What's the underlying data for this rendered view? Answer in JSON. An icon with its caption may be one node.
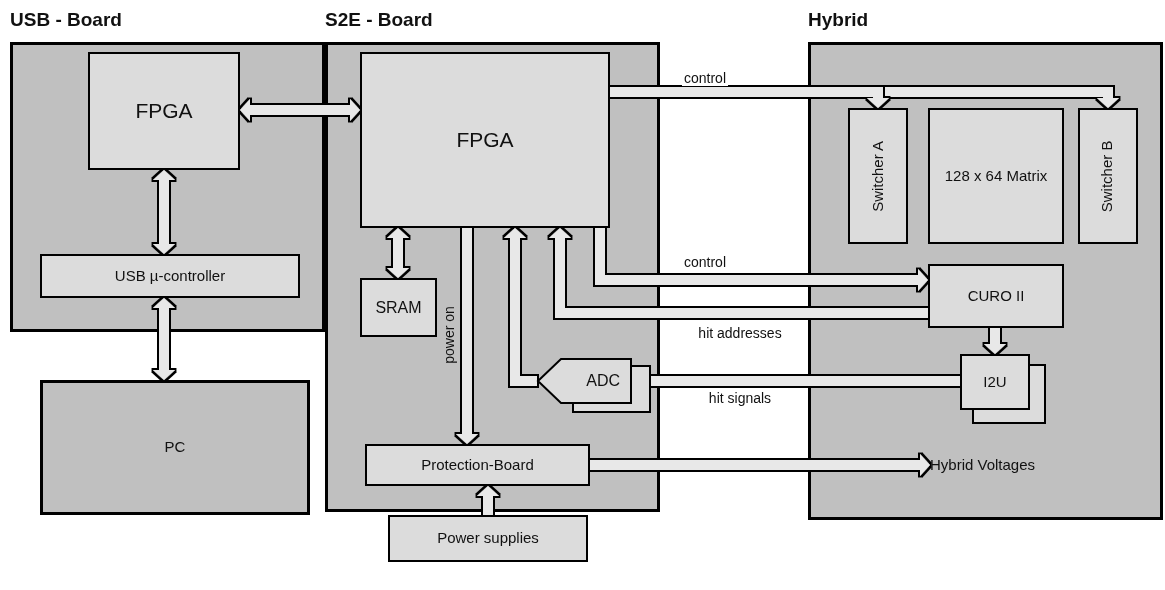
{
  "diagram": {
    "nodes": [
      {
        "text": [
          "USB - Board"
        ]
      },
      {
        "text": [
          "FPGA"
        ],
        "in": 0
      },
      {
        "text": [
          "USB µ-controller"
        ],
        "in": 0
      },
      {
        "text": [
          "S2E - Board"
        ]
      },
      {
        "text": [
          "FPGA"
        ],
        "in": 3
      },
      {
        "text": [
          "SRAM"
        ],
        "in": 3
      },
      {
        "text": [
          "ADC"
        ],
        "in": 3
      },
      {
        "text": [
          "Protection-Board"
        ],
        "in": 3
      },
      {
        "text": [
          "Hybrid"
        ]
      },
      {
        "text": [
          "Switcher A"
        ],
        "in": 8
      },
      {
        "text": [
          "128 x 64 Matrix"
        ],
        "in": 8
      },
      {
        "text": [
          "Switcher B"
        ],
        "in": 8
      },
      {
        "text": [
          "CURO II"
        ],
        "in": 8
      },
      {
        "text": [
          "I2U"
        ],
        "in": 8
      },
      {
        "text": [
          "PC"
        ]
      },
      {
        "text": [
          "Power supplies"
        ]
      },
      {
        "text": [
          "Hybrid Voltages"
        ],
        "in": 8
      }
    ],
    "edges": [
      {
        "from": 1,
        "to": 4,
        "arrow": "both"
      },
      {
        "from": 1,
        "to": 2,
        "arrow": "both"
      },
      {
        "from": 2,
        "to": 14,
        "arrow": "both"
      },
      {
        "from": 4,
        "to": 5,
        "arrow": "both"
      },
      {
        "from": 4,
        "to": 7,
        "arrow": "to",
        "label": "power on"
      },
      {
        "from": 4,
        "to": 9,
        "arrow": "to",
        "label": "control"
      },
      {
        "from": 4,
        "to": 11,
        "arrow": "to"
      },
      {
        "from": 4,
        "to": 12,
        "arrow": "to",
        "label": "control"
      },
      {
        "from": 12,
        "to": 4,
        "arrow": "to",
        "label": "hit addresses"
      },
      {
        "from": 6,
        "to": 4,
        "arrow": "to"
      },
      {
        "from": 13,
        "to": 6,
        "arrow": "to",
        "label": "hit signals"
      },
      {
        "from": 12,
        "to": 13,
        "arrow": "to"
      },
      {
        "from": 15,
        "to": 7,
        "arrow": "to"
      },
      {
        "from": 7,
        "to": 16,
        "arrow": "to"
      }
    ]
  }
}
